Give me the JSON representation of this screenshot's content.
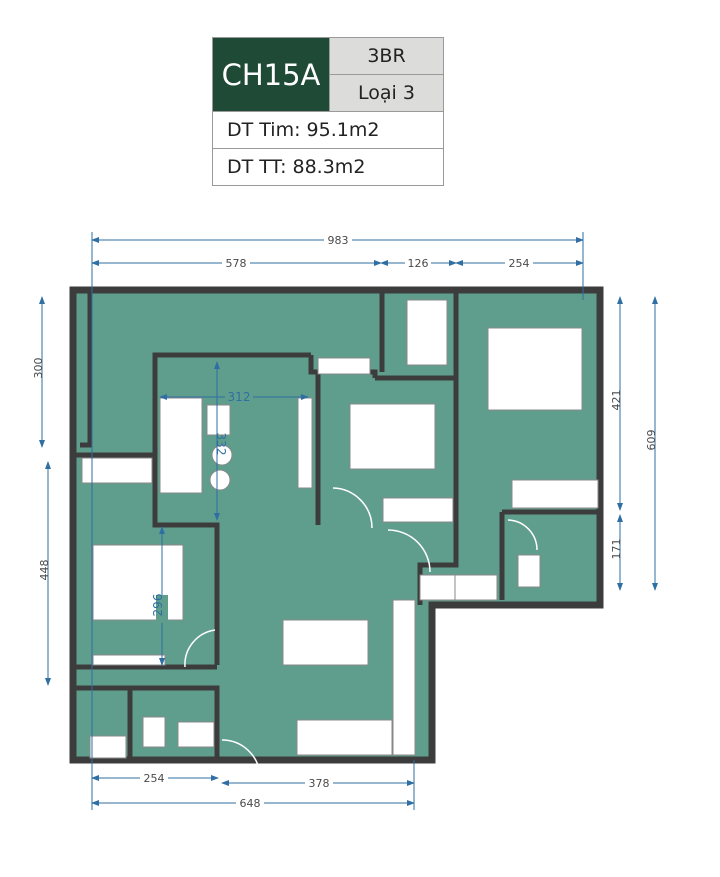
{
  "unit_info": {
    "code": "CH15A",
    "bedrooms": "3BR",
    "type": "Loại 3",
    "area_gross": "DT Tim: 95.1m2",
    "area_net": "DT TT: 88.3m2"
  },
  "colors": {
    "floor": "#5f9e8c",
    "wall": "#3c3c3c",
    "header": "#1f4a36",
    "dimension": "#2f6fa3"
  },
  "dimensions": {
    "top_total": "983",
    "top_left": "578",
    "top_mid": "126",
    "top_right": "254",
    "left_upper": "300",
    "left_lower": "448",
    "right_upper": "421",
    "right_total": "609",
    "right_lower": "171",
    "bottom_left": "254",
    "bottom_right": "378",
    "bottom_total": "648",
    "living_width": "312",
    "living_depth": "332",
    "bedroom_depth": "296"
  }
}
